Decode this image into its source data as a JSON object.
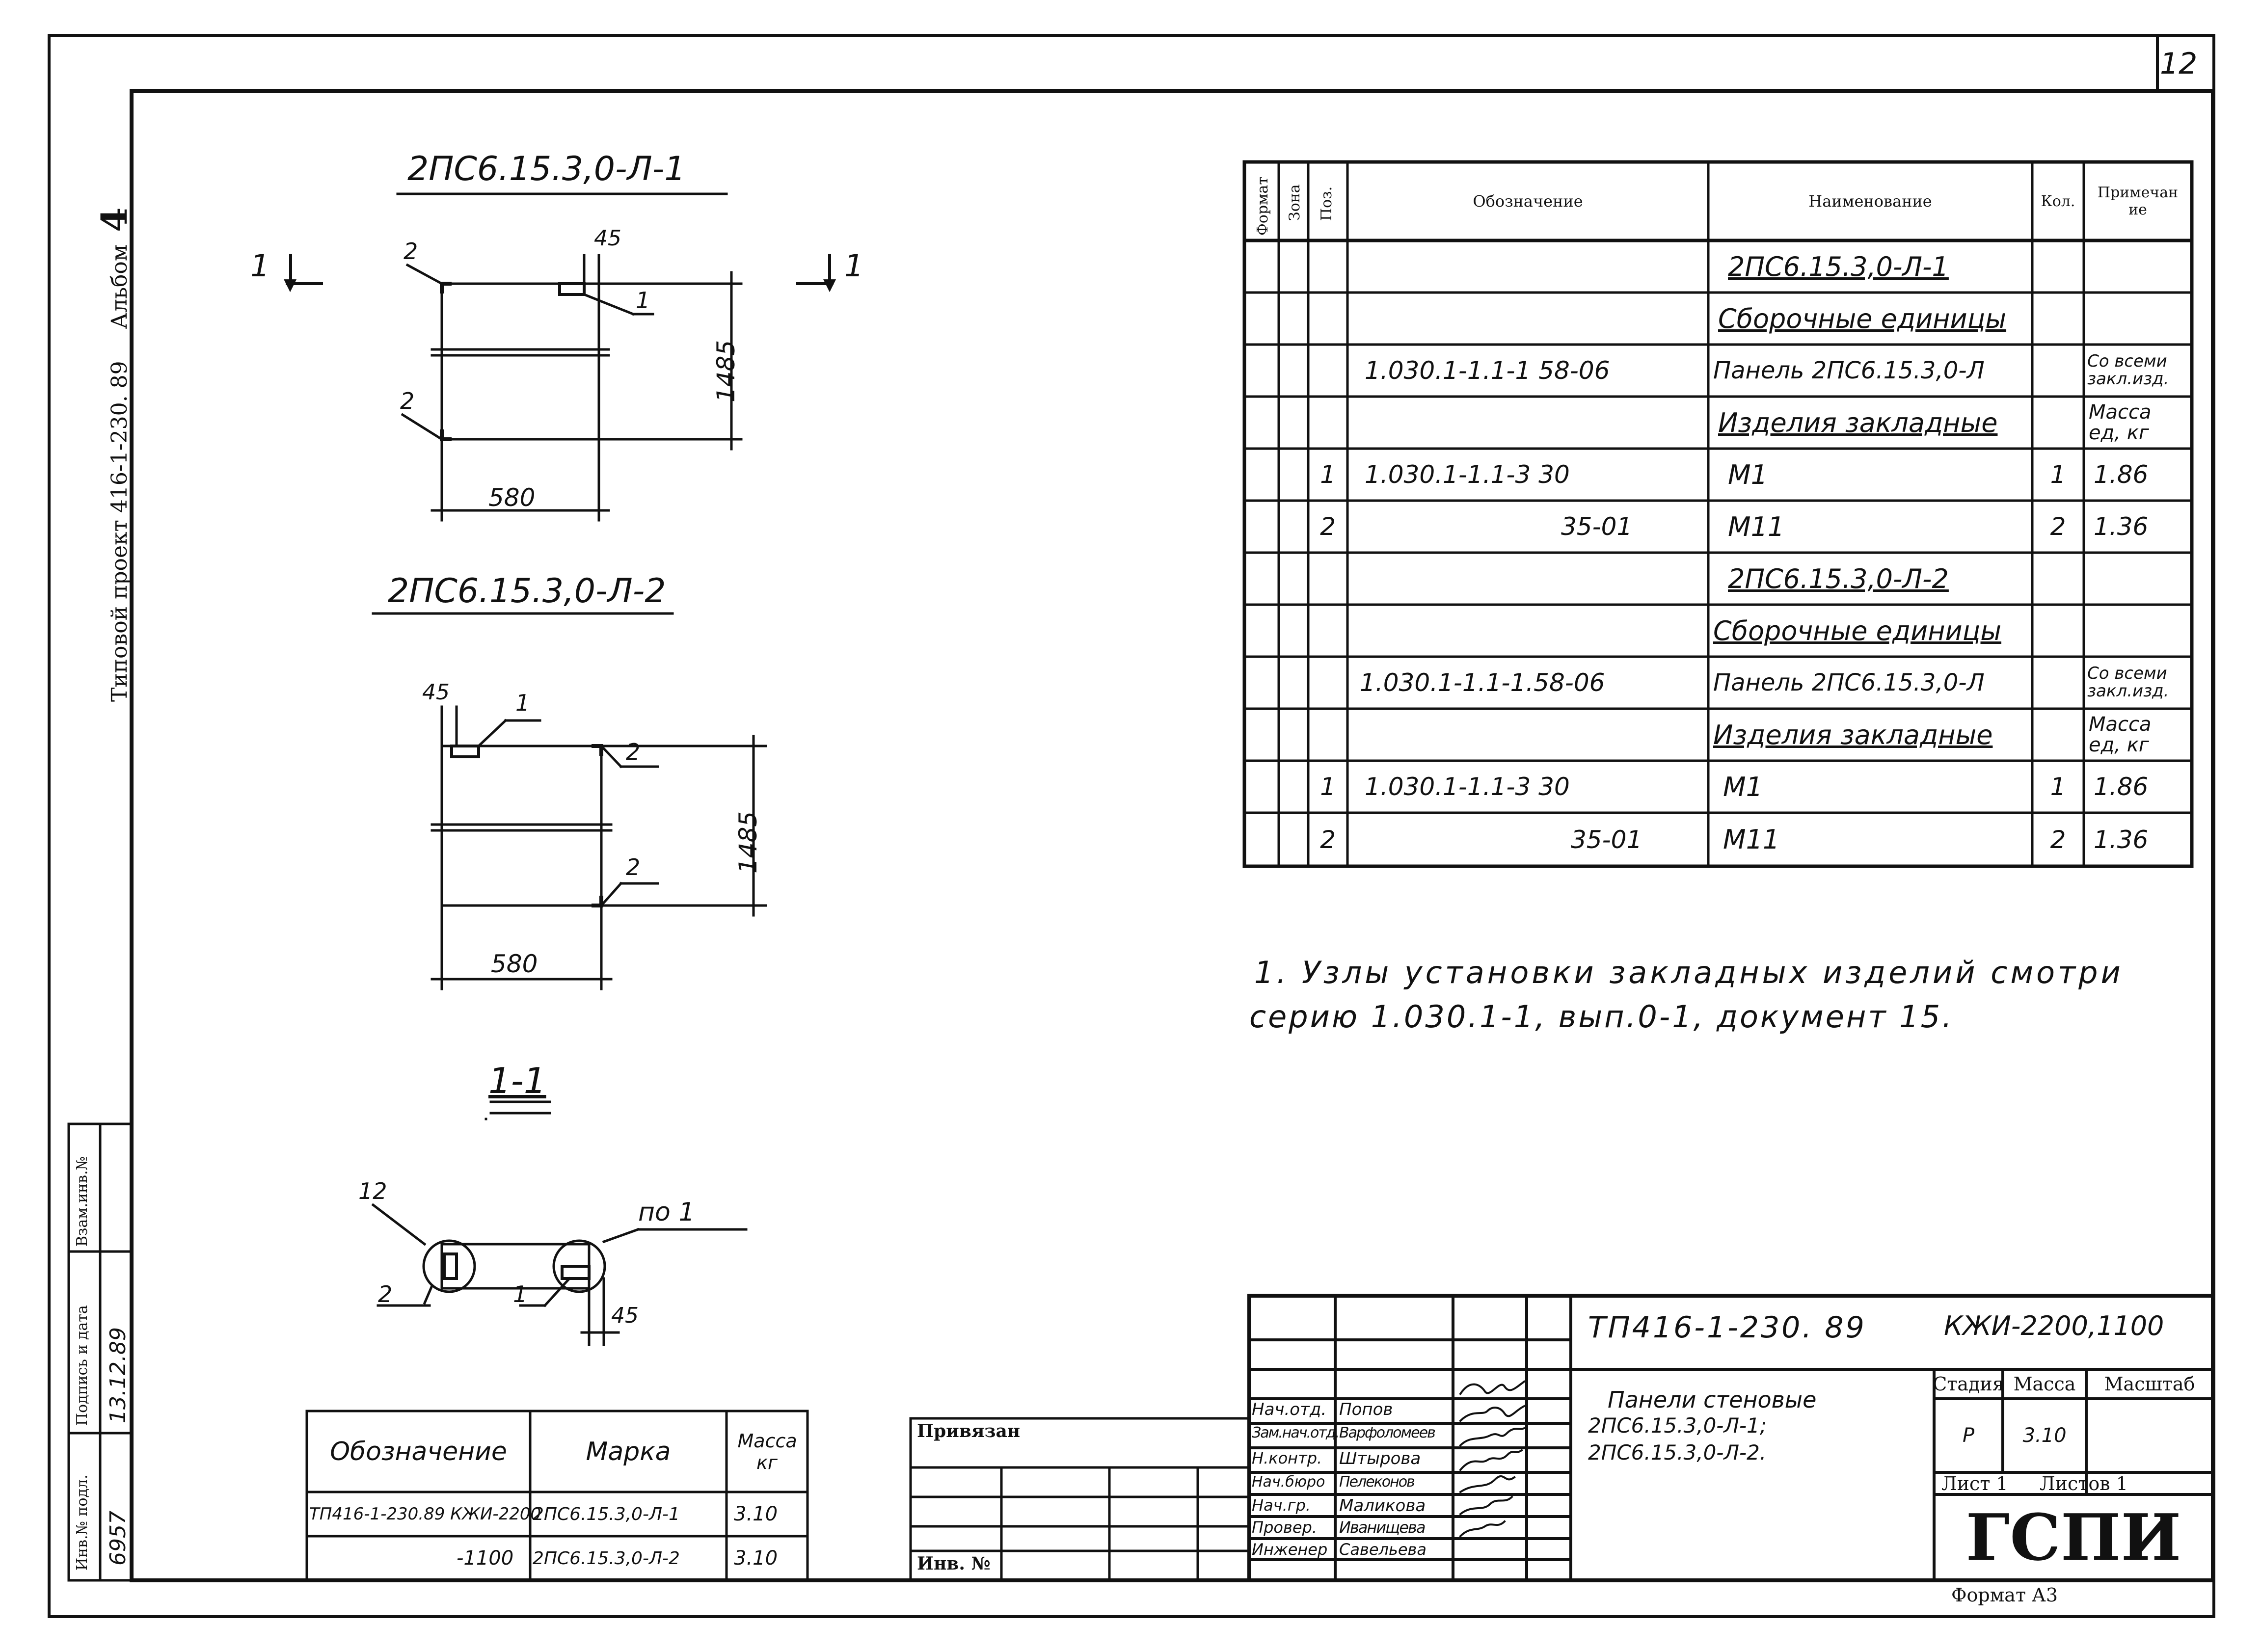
{
  "sheet_number": "12",
  "album": {
    "prefix": "Альбом",
    "number": "4"
  },
  "project_side": "Типовой проект 416-1-230. 89",
  "drawing1": {
    "title": "2ПС6.15.3,0-Л-1",
    "width": "580",
    "height": "1485",
    "offset": "45",
    "pos1": "1",
    "pos2a": "2",
    "pos2b": "2"
  },
  "drawing2": {
    "title": "2ПС6.15.3,0-Л-2",
    "width": "580",
    "height": "1485",
    "offset": "45",
    "pos1": "1",
    "pos2a": "2",
    "pos2b": "2"
  },
  "section_marks": {
    "left": "1",
    "right": "1"
  },
  "section": {
    "title": "1-1",
    "pos12": "12",
    "pos2": "2",
    "pos1": "1",
    "pos_note": "по 1",
    "offset": "45"
  },
  "spec": {
    "headers": [
      "Формат",
      "Зона",
      "Поз.",
      "Обозначение",
      "Наименование",
      "Кол.",
      "Примечание"
    ],
    "rows": [
      {
        "pos": "",
        "code": "",
        "name": "2ПС6.15.3,0-Л-1",
        "qty": "",
        "note": "",
        "ul": true
      },
      {
        "pos": "",
        "code": "",
        "name": "Сборочные единицы",
        "qty": "",
        "note": "",
        "ul": true
      },
      {
        "pos": "",
        "code": "1.030.1-1.1-1 58-06",
        "name": "Панель 2ПС6.15.3,0-Л",
        "qty": "",
        "note": "Со всеми закл.изд.",
        "ul": false
      },
      {
        "pos": "",
        "code": "",
        "name": "Изделия закладные",
        "qty": "",
        "note": "Масса ед, кг",
        "ul": true
      },
      {
        "pos": "1",
        "code": "1.030.1-1.1-3 30",
        "name": "М1",
        "qty": "1",
        "note": "1.86",
        "ul": false
      },
      {
        "pos": "2",
        "code": "35-01",
        "name": "М11",
        "qty": "2",
        "note": "1.36",
        "ul": false
      },
      {
        "pos": "",
        "code": "",
        "name": "2ПС6.15.3,0-Л-2",
        "qty": "",
        "note": "",
        "ul": true
      },
      {
        "pos": "",
        "code": "",
        "name": "Сборочные единицы",
        "qty": "",
        "note": "",
        "ul": true
      },
      {
        "pos": "",
        "code": "1.030.1-1.1-1.58-06",
        "name": "Панель 2ПС6.15.3,0-Л",
        "qty": "",
        "note": "Со всеми закл.изд.",
        "ul": false
      },
      {
        "pos": "",
        "code": "",
        "name": "Изделия закладные",
        "qty": "",
        "note": "Масса ед, кг",
        "ul": true
      },
      {
        "pos": "1",
        "code": "1.030.1-1.1-3 30",
        "name": "М1",
        "qty": "1",
        "note": "1.86",
        "ul": false
      },
      {
        "pos": "2",
        "code": "35-01",
        "name": "М11",
        "qty": "2",
        "note": "1.36",
        "ul": false
      }
    ]
  },
  "note": {
    "line1": "1. Узлы установки закладных изделий смотри",
    "line2": "серию 1.030.1-1, вып.0-1, документ 15."
  },
  "marks_table": {
    "headers": [
      "Обозначение",
      "Марка",
      "Масса кг"
    ],
    "rows": [
      {
        "code": "ТП416-1-230.89 КЖИ-2200",
        "mark": "2ПС6.15.3,0-Л-1",
        "mass": "3.10"
      },
      {
        "code": "-1100",
        "mark": "2ПС6.15.3,0-Л-2",
        "mass": "3.10"
      }
    ]
  },
  "bind_box": {
    "title": "Привязан",
    "inv_label": "Инв. №"
  },
  "left_strip": {
    "labels": [
      "Взам.инв.№",
      "Подпись и дата",
      "Инв.№ подл."
    ],
    "date": "13.12.89",
    "inv_number": "6957"
  },
  "title_block": {
    "doc_code": "ТП416-1-230. 89",
    "doc_suffix": "КЖИ-2200,1100",
    "description": [
      "Панели стеновые",
      "2ПС6.15.3,0-Л-1;",
      "2ПС6.15.3,0-Л-2."
    ],
    "roles": [
      {
        "role": "Нач.отд.",
        "name": "Попов"
      },
      {
        "role": "Зам.нач.отд.",
        "name": "Варфоломеев"
      },
      {
        "role": "Н.контр.",
        "name": "Штырова"
      },
      {
        "role": "Нач.бюро",
        "name": "Пелеконов"
      },
      {
        "role": "Нач.гр.",
        "name": "Маликова"
      },
      {
        "role": "Провер.",
        "name": "Иванищева"
      },
      {
        "role": "Инженер",
        "name": "Савельева"
      }
    ],
    "stage_label": "Стадия",
    "mass_label": "Масса",
    "scale_label": "Масштаб",
    "stage_value": "Р",
    "mass_value": "3.10",
    "sheet_label": "Лист 1",
    "sheets_label": "Листов 1",
    "org": "ГСПИ"
  },
  "format_label": "Формат А3"
}
